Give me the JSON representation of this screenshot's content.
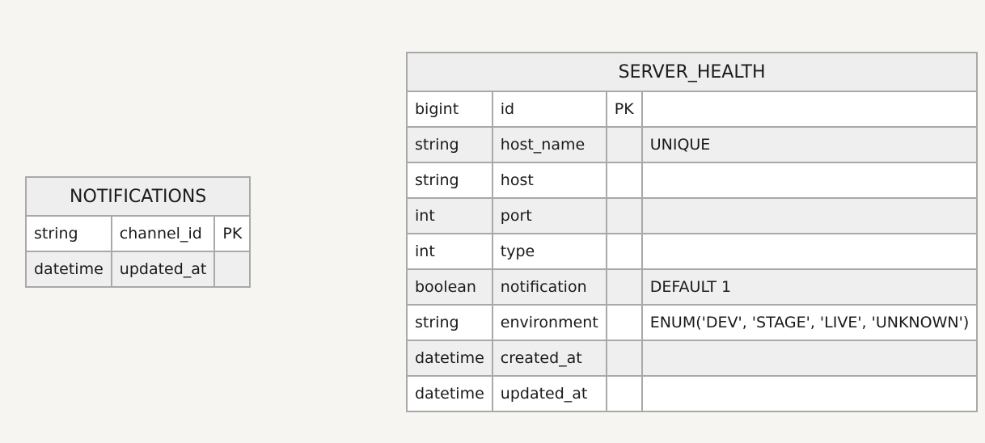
{
  "entities": {
    "notifications": {
      "name": "NOTIFICATIONS",
      "attributes": [
        {
          "type": "string",
          "name": "channel_id",
          "key": "PK",
          "comment": ""
        },
        {
          "type": "datetime",
          "name": "updated_at",
          "key": "",
          "comment": ""
        }
      ]
    },
    "server_health": {
      "name": "SERVER_HEALTH",
      "attributes": [
        {
          "type": "bigint",
          "name": "id",
          "key": "PK",
          "comment": ""
        },
        {
          "type": "string",
          "name": "host_name",
          "key": "",
          "comment": "UNIQUE"
        },
        {
          "type": "string",
          "name": "host",
          "key": "",
          "comment": ""
        },
        {
          "type": "int",
          "name": "port",
          "key": "",
          "comment": ""
        },
        {
          "type": "int",
          "name": "type",
          "key": "",
          "comment": ""
        },
        {
          "type": "boolean",
          "name": "notification",
          "key": "",
          "comment": "DEFAULT 1"
        },
        {
          "type": "string",
          "name": "environment",
          "key": "",
          "comment": "ENUM('DEV', 'STAGE', 'LIVE', 'UNKNOWN')"
        },
        {
          "type": "datetime",
          "name": "created_at",
          "key": "",
          "comment": ""
        },
        {
          "type": "datetime",
          "name": "updated_at",
          "key": "",
          "comment": ""
        }
      ]
    }
  }
}
